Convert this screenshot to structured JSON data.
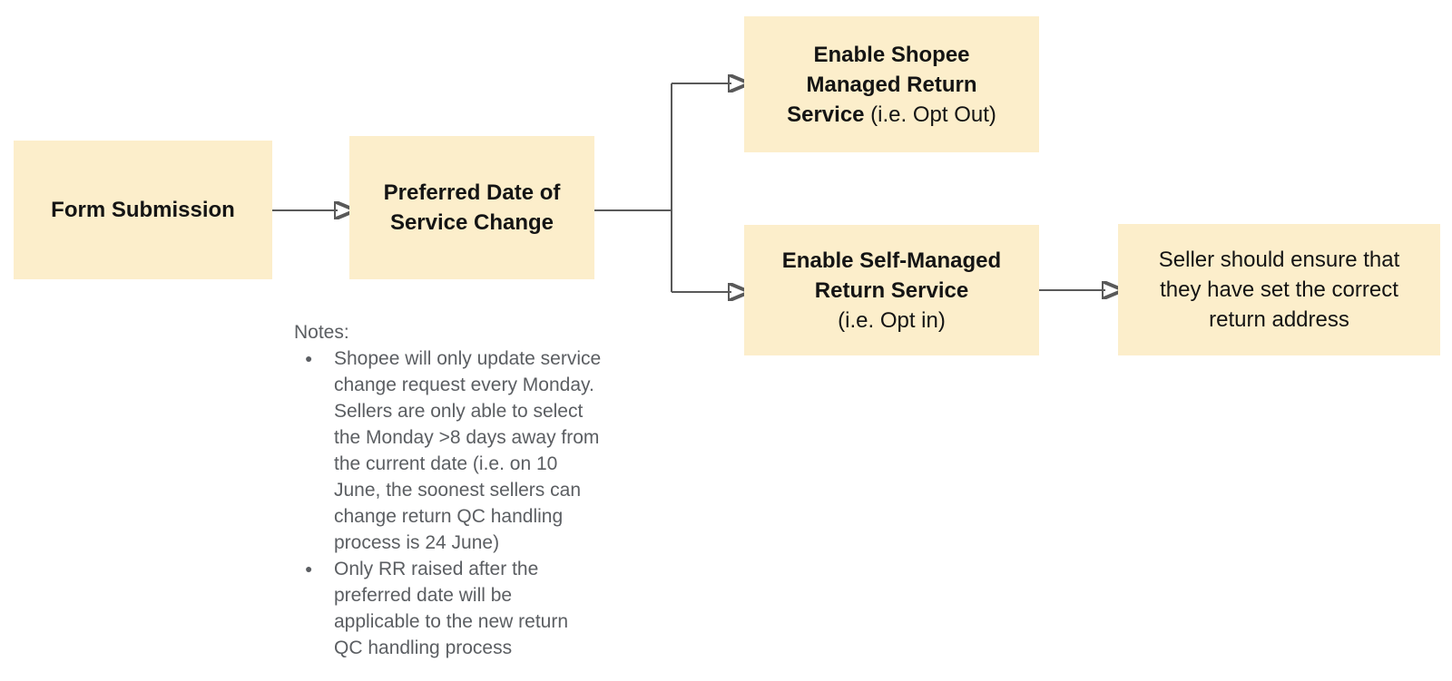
{
  "canvas": {
    "background": "#ffffff",
    "box_fill": "#fceecb",
    "line_color": "#595959",
    "box_text_color": "#141414",
    "notes_text_color": "#5b5e62"
  },
  "nodes": {
    "form_submission": {
      "label": "Form Submission"
    },
    "preferred_date": {
      "label": "Preferred Date of\nService Change"
    },
    "shopee_managed": {
      "label_bold": "Enable Shopee\nManaged Return\nService",
      "label_regular": " (i.e. Opt Out)"
    },
    "self_managed": {
      "label_bold": "Enable Self-Managed\nReturn Service",
      "label_regular": "\n(i.e. Opt in)"
    },
    "seller_address": {
      "label": "Seller should ensure that\nthey have set the correct\nreturn address"
    }
  },
  "notes": {
    "title": "Notes:",
    "bullet_glyph": "●",
    "bullets": [
      "Shopee will only update service\nchange request every Monday.\nSellers are only able to select\nthe Monday >8 days away from\nthe current date (i.e. on 10\nJune, the soonest sellers can\nchange return QC handling\nprocess is 24 June)",
      "Only RR raised after the\npreferred date will be\napplicable to the new return\nQC handling process"
    ]
  }
}
